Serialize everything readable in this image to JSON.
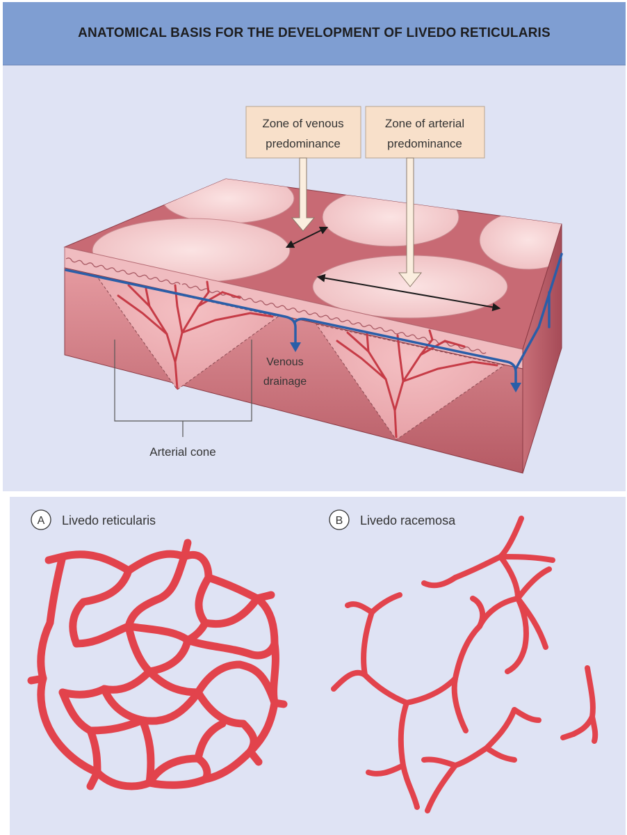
{
  "title": "ANATOMICAL BASIS FOR THE DEVELOPMENT OF LIVEDO RETICULARIS",
  "labels": {
    "venous_zone_line1": "Zone of venous",
    "venous_zone_line2": "predominance",
    "arterial_zone_line1": "Zone of arterial",
    "arterial_zone_line2": "predominance",
    "venous_drainage_line1": "Venous",
    "venous_drainage_line2": "drainage",
    "arterial_cone": "Arterial cone"
  },
  "panels": {
    "a_letter": "A",
    "a_label": "Livedo reticularis",
    "b_letter": "B",
    "b_label": "Livedo racemosa"
  },
  "colors": {
    "background": "#dfe3f4",
    "title_bar": "#7f9ed2",
    "skin_dark": "#c26a73",
    "skin_light": "#f2c6c6",
    "vessel_red": "#e2444d",
    "vein_blue": "#2a5ea8",
    "label_box": "#f7dfc9"
  }
}
